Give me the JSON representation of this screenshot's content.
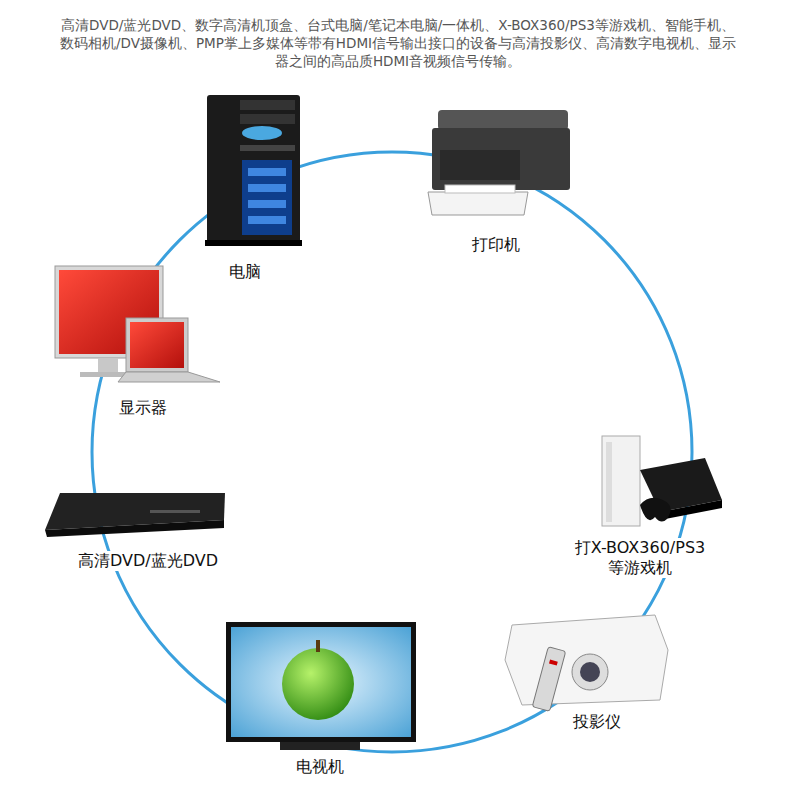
{
  "diagram": {
    "title": "高清DVD/蓝光DVD、数字高清机顶盒、台式电脑/笔记本电脑/一体机、X-BOX360/PS3等游戏机、智能手机、数码相机/DV摄像机、PMP掌上多媒体等带有HDMI信号输出接口的设备与高清投影仪、高清数字电视机、显示器之间的高品质HDMI音视频信号传输。",
    "labels": [
      "电脑",
      "打印机",
      "显示器",
      "高清DVD/蓝光DVD",
      "打X-BOX360/PS3 等游戏机",
      "投影仪",
      "电视机"
    ]
  }
}
